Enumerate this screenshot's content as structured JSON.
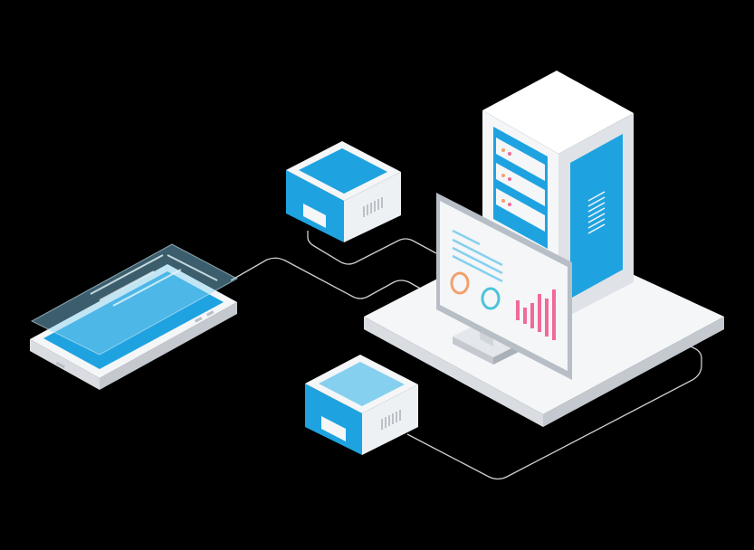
{
  "colors": {
    "background": "#000000",
    "blue": "#1fa3e0",
    "light_blue": "#86d0ef",
    "white": "#f4f6f8",
    "side_grey": "#d9dde2",
    "dark_grey": "#b8bec6",
    "line": "#d0d0d0",
    "pink": "#f06a9a",
    "orange": "#f3a06a",
    "teal": "#4cc3d9"
  },
  "illustration": {
    "icons": [
      "server-rack",
      "monitor-dashboard",
      "network-box",
      "mobile-device",
      "platform"
    ]
  }
}
